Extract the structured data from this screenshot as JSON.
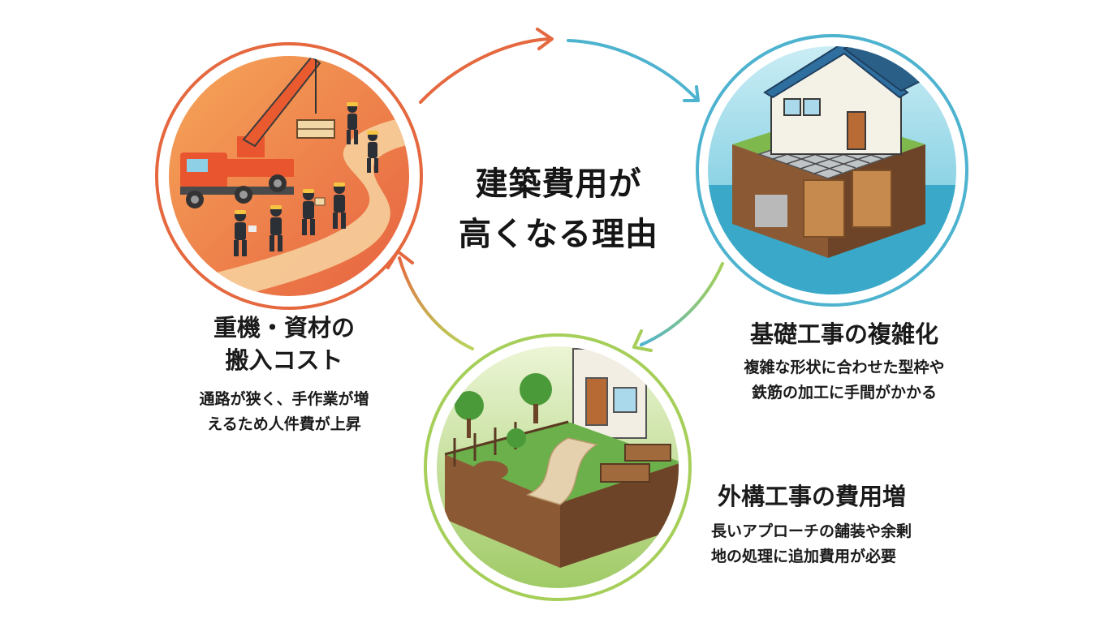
{
  "center": {
    "title_line1": "建築費用が",
    "title_line2": "高くなる理由"
  },
  "reasons": [
    {
      "heading_line1": "重機・資材の",
      "heading_line2": "搬入コスト",
      "desc_line1": "通路が狭く、手作業が増",
      "desc_line2": "えるため人件費が上昇",
      "accent": "#e5683f"
    },
    {
      "heading": "基礎工事の複雑化",
      "desc_line1": "複雑な形状に合わせた型枠や",
      "desc_line2": "鉄筋の加工に手間がかかる",
      "accent": "#4db3cf"
    },
    {
      "heading": "外構工事の費用増",
      "desc_line1": "長いアプローチの舗装や余剰",
      "desc_line2": "地の処理に追加費用が必要",
      "accent": "#9fc850"
    }
  ]
}
